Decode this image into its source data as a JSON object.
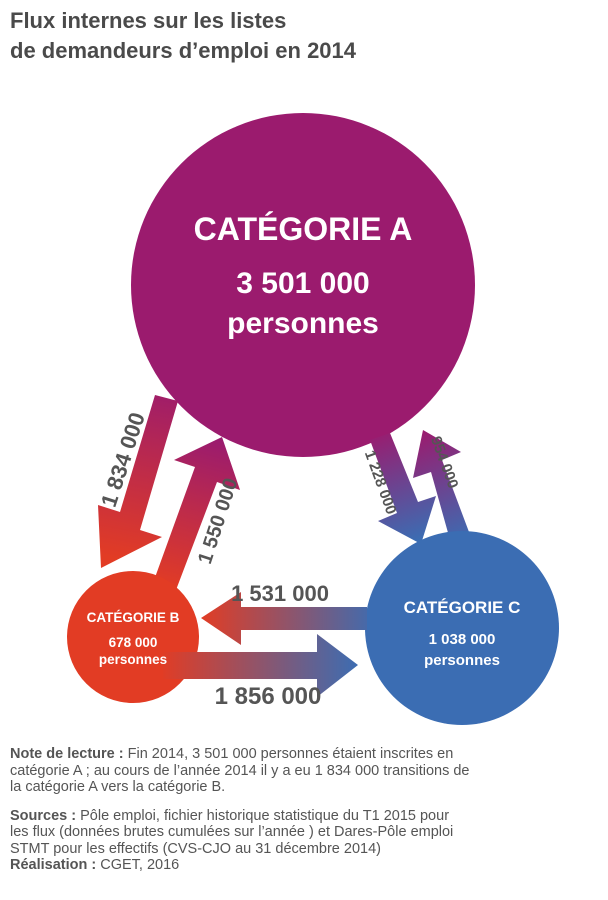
{
  "title": {
    "line1": "Flux internes sur les listes",
    "line2": "de demandeurs d’emploi en 2014"
  },
  "nodes": {
    "a": {
      "name": "CATÉGORIE A",
      "value": "3 501 000",
      "unit": "personnes",
      "color": "#9b1b6e"
    },
    "b": {
      "name": "CATÉGORIE B",
      "value": "678 000",
      "unit": "personnes",
      "color": "#e23c24"
    },
    "c": {
      "name": "CATÉGORIE C",
      "value": "1 038 000",
      "unit": "personnes",
      "color": "#3b6db3"
    }
  },
  "flows": {
    "a_to_b": "1 834 000",
    "b_to_a": "1 550 000",
    "a_to_c": "1 228 000",
    "c_to_a": "954 000",
    "c_to_b": "1 531 000",
    "b_to_c": "1 856 000"
  },
  "footer": {
    "note_label": "Note de lecture :",
    "note_line1": "Fin 2014, 3 501 000 personnes étaient inscrites en",
    "note_line2": "catégorie A ; au cours de l’année 2014 il y a eu 1 834 000 transitions de",
    "note_line3": "la catégorie A vers la catégorie B.",
    "sources_label": "Sources :",
    "sources_line1": "Pôle emploi, fichier historique statistique du T1 2015 pour",
    "sources_line2": "les flux (données brutes cumulées sur l’année ) et Dares-Pôle emploi",
    "sources_line3": "STMT pour les effectifs (CVS-CJO au 31 décembre 2014)",
    "credit_label": "Réalisation :",
    "credit_text": "CGET, 2016"
  }
}
